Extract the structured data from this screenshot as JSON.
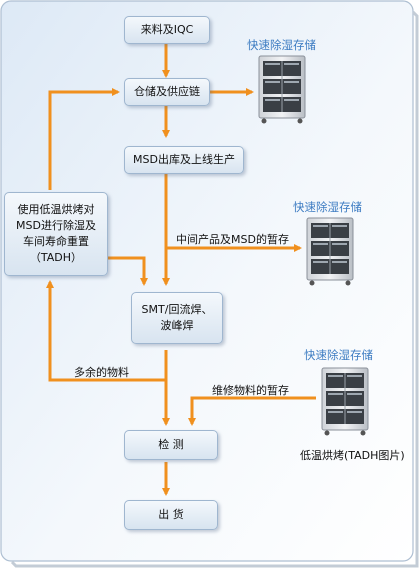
{
  "nodes": {
    "incoming": "来料及IQC",
    "warehouse": "仓储及供应链",
    "msd_out": "MSD出库及上线生产",
    "smt_line1": "SMT/回流焊、",
    "smt_line2": "波峰焊",
    "tadh_line1": "使用低温烘烤对",
    "tadh_line2": "MSD进行除湿及",
    "tadh_line3": "车间寿命重置",
    "tadh_line4": "（TADH）",
    "inspect": "检  测",
    "ship": "出  货"
  },
  "edge_labels": {
    "intermediate": "中间产品及MSD的暂存",
    "surplus": "多余的物料",
    "repair": "维修物料的暂存"
  },
  "storage_labels": {
    "top": "快速除湿存储",
    "middle": "快速除湿存储",
    "bottom": "快速除湿存储",
    "oven_caption": "低温烘烤(TADH图片)"
  },
  "colors": {
    "arrow": "#f0901e",
    "label_blue": "#3d7cc2",
    "box_border": "#9fb6cf"
  }
}
